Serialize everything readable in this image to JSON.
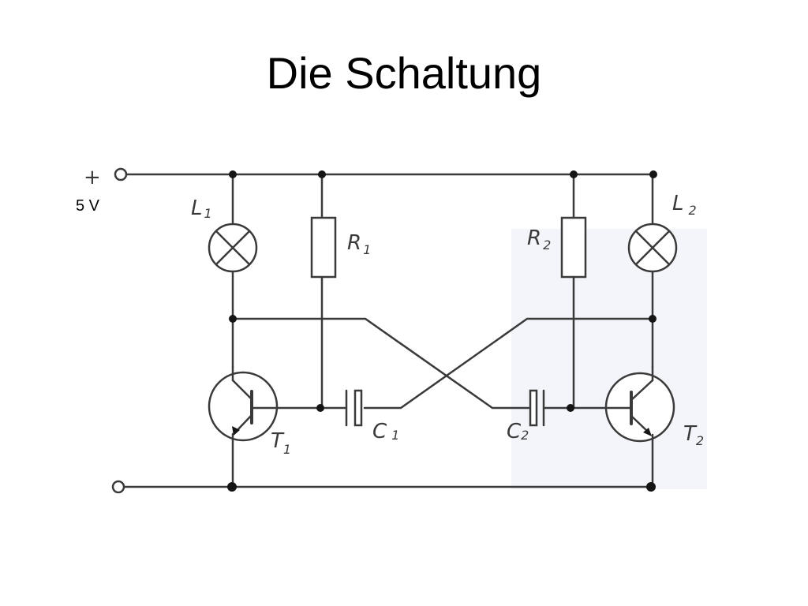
{
  "slide": {
    "title": "Die Schaltung"
  },
  "supply": {
    "plus_sign": "+",
    "voltage": "5 V"
  },
  "components": {
    "L1": {
      "letter": "L",
      "index": "1"
    },
    "L2": {
      "letter": "L",
      "index": "2"
    },
    "R1": {
      "letter": "R",
      "index": "1"
    },
    "R2": {
      "letter": "R",
      "index": "2"
    },
    "C1": {
      "letter": "C",
      "index": "1"
    },
    "C2": {
      "letter": "C",
      "index": "2"
    },
    "T1": {
      "letter": "T",
      "index": "1"
    },
    "T2": {
      "letter": "T",
      "index": "2"
    }
  }
}
